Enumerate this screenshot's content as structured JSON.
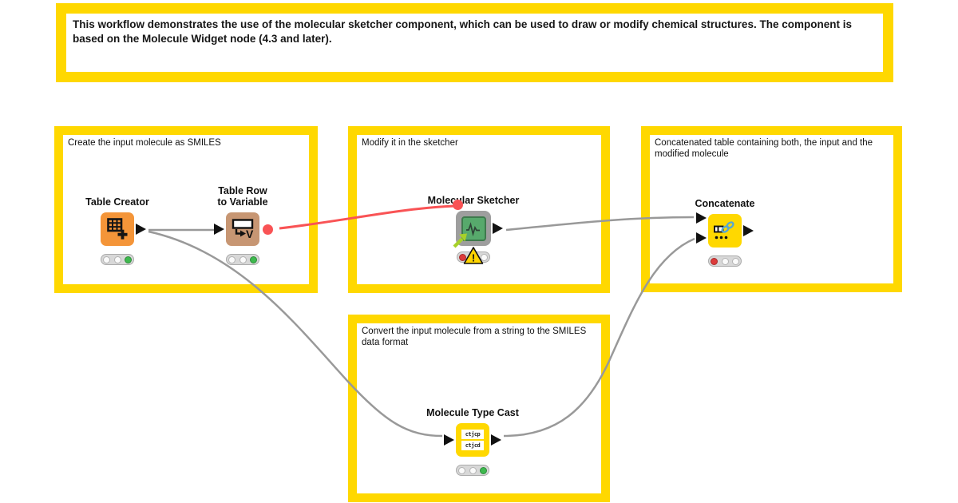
{
  "annotation": {
    "text": "This workflow demonstrates the use of the molecular sketcher component, which can be used to draw or modify chemical structures. The component is based on the Molecule Widget node (4.3 and later)."
  },
  "groups": {
    "create": {
      "caption": "Create the input molecule as SMILES"
    },
    "modify": {
      "caption": "Modify it in the sketcher"
    },
    "concat": {
      "caption": "Concatenated table containing both, the input and the modified molecule"
    },
    "convert": {
      "caption": "Convert the input molecule from a string to the SMILES data format"
    }
  },
  "nodes": {
    "table_creator": {
      "label": "Table Creator",
      "lights": [
        "off",
        "off",
        "green"
      ]
    },
    "table_row_to_variable": {
      "label": "Table Row\nto Variable",
      "lights": [
        "off",
        "off",
        "green"
      ]
    },
    "molecular_sketcher": {
      "label": "Molecular Sketcher",
      "lights": [
        "red",
        "off",
        "off"
      ],
      "warning": "!"
    },
    "concatenate": {
      "label": "Concatenate",
      "lights": [
        "red",
        "off",
        "off"
      ]
    },
    "molecule_type_cast": {
      "label": "Molecule Type Cast",
      "lights": [
        "off",
        "off",
        "green"
      ]
    }
  },
  "icons": {
    "molfile_top": "ctjcp",
    "molfile_bottom": "ctjcd"
  },
  "connections": [
    {
      "from": "table-creator-out",
      "to": "table-row-to-variable-in",
      "color": "gray"
    },
    {
      "from": "table-creator-out",
      "to": "molecule-type-cast-in",
      "color": "gray"
    },
    {
      "from": "table-row-to-variable-out",
      "to": "molecular-sketcher-in",
      "color": "red"
    },
    {
      "from": "molecular-sketcher-out",
      "to": "concatenate-in-top",
      "color": "gray"
    },
    {
      "from": "molecule-type-cast-out",
      "to": "concatenate-in-bottom",
      "color": "gray"
    }
  ],
  "colors": {
    "annotation_yellow": "#FFD800",
    "node_orange": "#F49539",
    "node_tan": "#C79673",
    "component_gray": "#9E9E9E",
    "component_green": "#57A96C",
    "arrow_green": "#A7D129",
    "node_yellow": "#FFD800",
    "connection_gray": "#999999",
    "connection_red": "#F95355",
    "status_green": "#3EB94E",
    "status_red": "#DD3B3B"
  }
}
